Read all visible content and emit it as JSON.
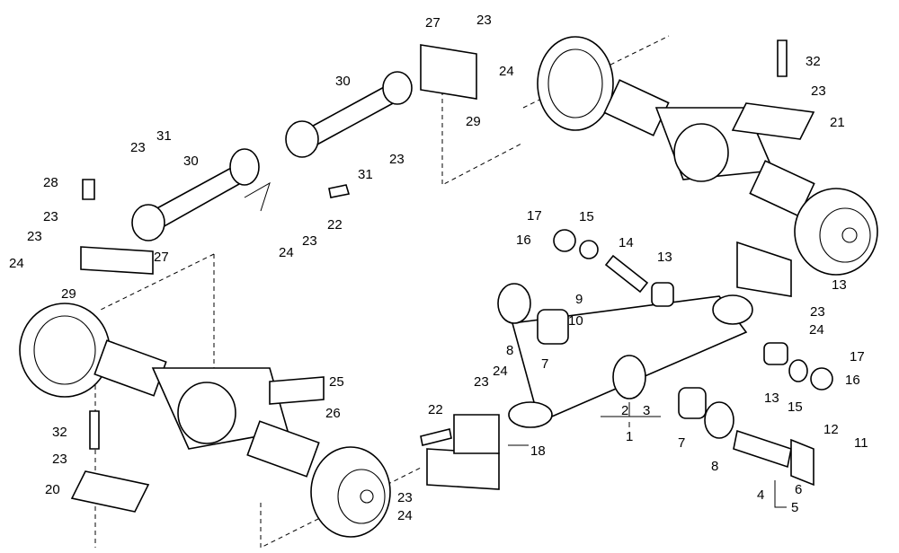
{
  "callouts": {
    "c1": "1",
    "c2": "2",
    "c3": "3",
    "c4": "4",
    "c5": "5",
    "c6": "6",
    "c7a": "7",
    "c7b": "7",
    "c8a": "8",
    "c8b": "8",
    "c9": "9",
    "c10": "10",
    "c11": "11",
    "c12": "12",
    "c13a": "13",
    "c13b": "13",
    "c13c": "13",
    "c14": "14",
    "c15a": "15",
    "c15b": "15",
    "c16a": "16",
    "c16b": "16",
    "c17a": "17",
    "c17b": "17",
    "c18": "18",
    "c20": "20",
    "c21": "21",
    "c22a": "22",
    "c22b": "22",
    "c23a": "23",
    "c23b": "23",
    "c23c": "23",
    "c23d": "23",
    "c23e": "23",
    "c23f": "23",
    "c23g": "23",
    "c23h": "23",
    "c23i": "23",
    "c23j": "23",
    "c23k": "23",
    "c24a": "24",
    "c24b": "24",
    "c24c": "24",
    "c24d": "24",
    "c24e": "24",
    "c24f": "24",
    "c25": "25",
    "c26": "26",
    "c27a": "27",
    "c27b": "27",
    "c28": "28",
    "c29a": "29",
    "c29b": "29",
    "c30a": "30",
    "c30b": "30",
    "c31a": "31",
    "c31b": "31",
    "c32a": "32",
    "c32b": "32"
  }
}
